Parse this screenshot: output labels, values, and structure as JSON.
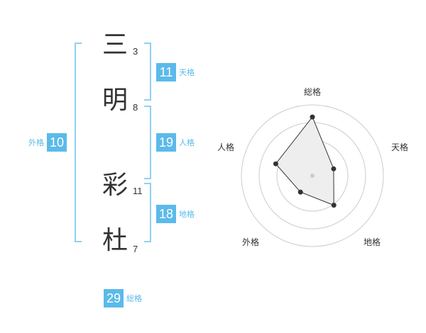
{
  "name": {
    "characters": [
      {
        "char": "三",
        "strokes": "3"
      },
      {
        "char": "明",
        "strokes": "8"
      },
      {
        "char": "彩",
        "strokes": "11"
      },
      {
        "char": "杜",
        "strokes": "7"
      }
    ]
  },
  "fortunes": {
    "tenkaku": {
      "value": "11",
      "label": "天格"
    },
    "jinkaku": {
      "value": "19",
      "label": "人格"
    },
    "chikaku": {
      "value": "18",
      "label": "地格"
    },
    "gaikaku": {
      "value": "10",
      "label": "外格"
    },
    "soukaku": {
      "value": "29",
      "label": "総格"
    }
  },
  "chart_data": {
    "type": "radar",
    "axes": [
      "総格",
      "天格",
      "地格",
      "外格",
      "人格"
    ],
    "values": [
      29,
      11,
      18,
      10,
      19
    ],
    "rings": 4,
    "colors": {
      "fill": "#eeeeee",
      "line": "#333333",
      "ring": "#cccccc",
      "center": "#cccccc"
    }
  }
}
